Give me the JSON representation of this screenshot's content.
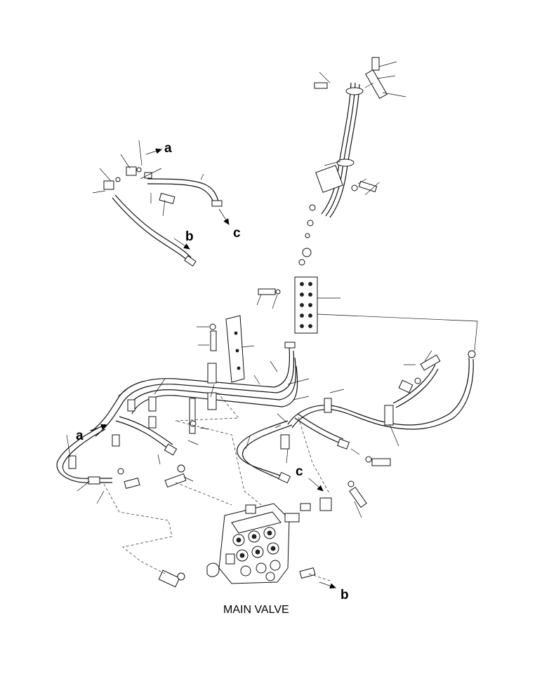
{
  "diagram": {
    "caption": "MAIN VALVE",
    "callouts": {
      "a_top": "a",
      "b_top": "b",
      "c_top": "c",
      "a_left": "a",
      "c_mid": "c",
      "b_bottom": "b"
    }
  }
}
